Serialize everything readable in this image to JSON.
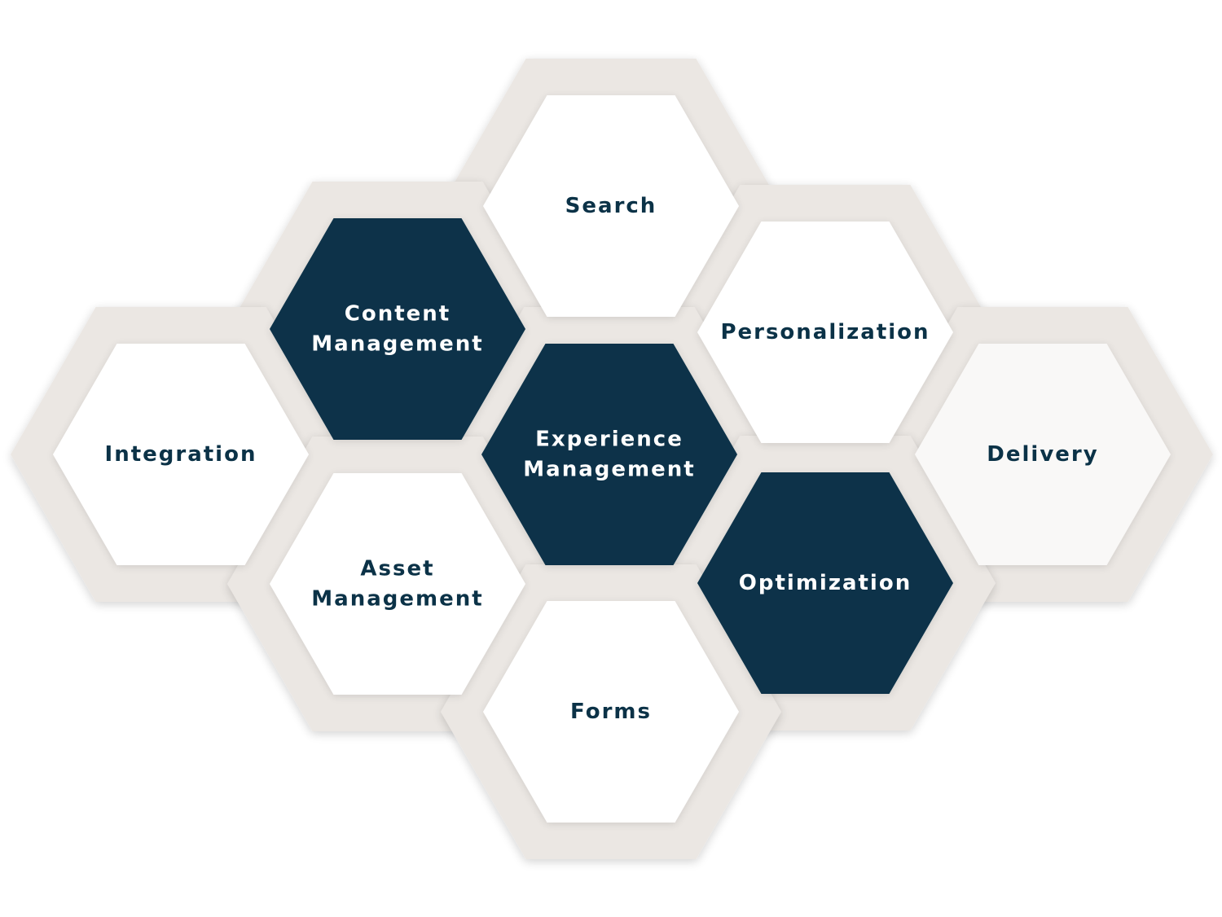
{
  "colors": {
    "background": "#ffffff",
    "frame": "#ebe7e3",
    "frame_shadow": "#d8d3ce",
    "dark_cell": "#083248",
    "light_cell": "#ffffff",
    "muted_cell": "#f9f8f7",
    "dark_text": "#0b3247",
    "light_text": "#ffffff"
  },
  "cells": [
    {
      "id": "search",
      "lines": [
        "Search"
      ],
      "style": "light"
    },
    {
      "id": "content-management",
      "lines": [
        "Content",
        "Management"
      ],
      "style": "dark"
    },
    {
      "id": "personalization",
      "lines": [
        "Personalization"
      ],
      "style": "light"
    },
    {
      "id": "integration",
      "lines": [
        "Integration"
      ],
      "style": "light"
    },
    {
      "id": "experience-management",
      "lines": [
        "Experience",
        "Management"
      ],
      "style": "dark"
    },
    {
      "id": "delivery",
      "lines": [
        "Delivery"
      ],
      "style": "muted"
    },
    {
      "id": "asset-management",
      "lines": [
        "Asset",
        "Management"
      ],
      "style": "light"
    },
    {
      "id": "optimization",
      "lines": [
        "Optimization"
      ],
      "style": "dark"
    },
    {
      "id": "forms",
      "lines": [
        "Forms"
      ],
      "style": "light"
    }
  ]
}
